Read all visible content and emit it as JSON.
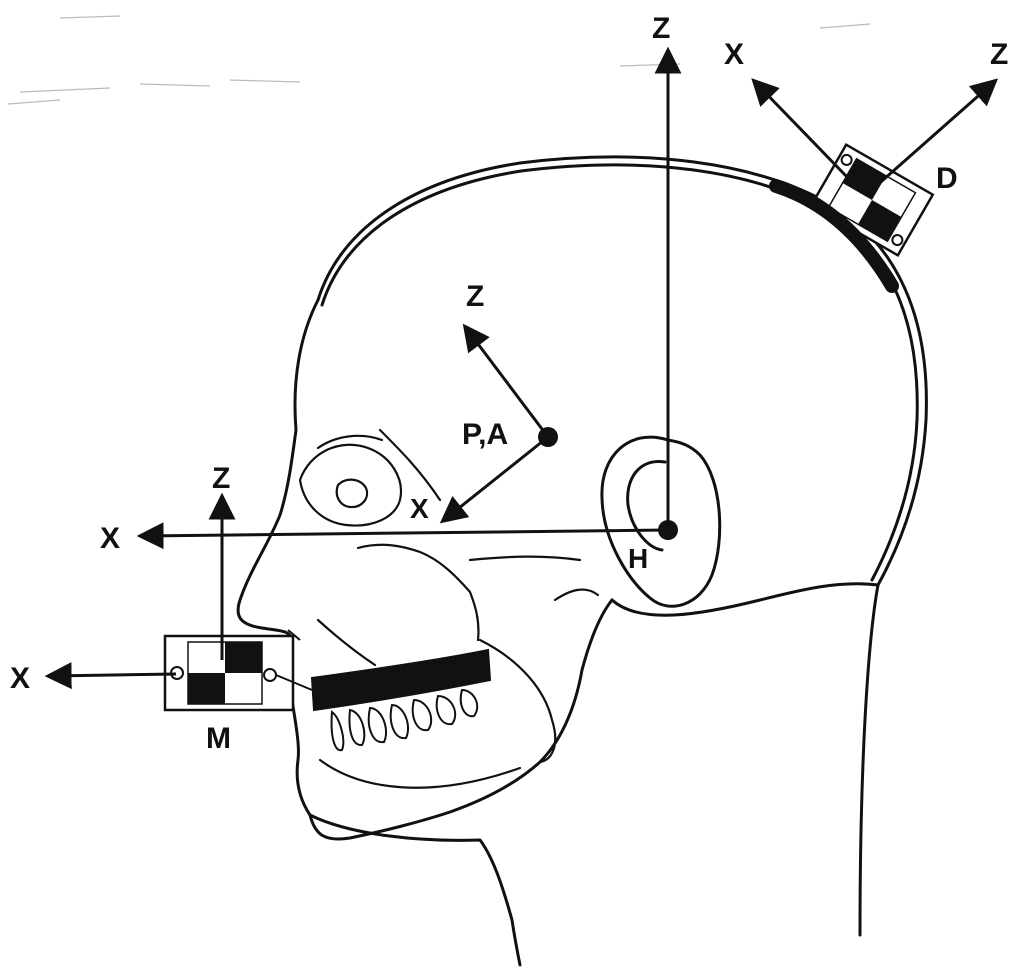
{
  "labels": {
    "head_axis_z": "Z",
    "head_axis_x": "X",
    "head_origin": "H",
    "pa_axis_z": "Z",
    "pa_axis_x": "X",
    "pa_origin": "P,A",
    "mouth_axis_z": "Z",
    "mouth_axis_x": "X",
    "mouth_marker": "M",
    "dorsal_axis_x": "X",
    "dorsal_axis_z": "Z",
    "dorsal_marker": "D"
  },
  "colors": {
    "ink": "#111111",
    "paper": "#ffffff",
    "marker_dark": "#111111"
  }
}
